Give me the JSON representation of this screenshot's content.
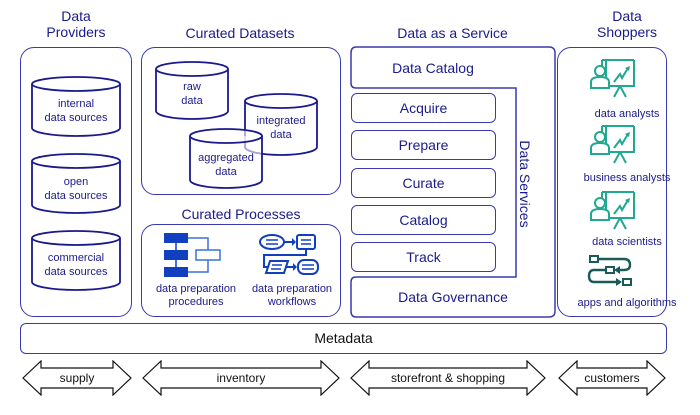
{
  "columns": {
    "providers": {
      "title_line1": "Data",
      "title_line2": "Providers",
      "sources": [
        {
          "line1": "internal",
          "line2": "data sources"
        },
        {
          "line1": "open",
          "line2": "data sources"
        },
        {
          "line1": "commercial",
          "line2": "data sources"
        }
      ]
    },
    "curated_datasets": {
      "title": "Curated Datasets",
      "datasets": [
        {
          "line1": "raw",
          "line2": "data"
        },
        {
          "line1": "integrated",
          "line2": "data"
        },
        {
          "line1": "aggregated",
          "line2": "data"
        }
      ]
    },
    "curated_processes": {
      "title": "Curated Processes",
      "items": [
        {
          "line1": "data preparation",
          "line2": "procedures",
          "icon": "procedures-flowchart-icon"
        },
        {
          "line1": "data preparation",
          "line2": "workflows",
          "icon": "workflow-icon"
        }
      ]
    },
    "daas": {
      "title": "Data as a Service",
      "catalog": "Data Catalog",
      "services": [
        "Acquire",
        "Prepare",
        "Curate",
        "Catalog",
        "Track"
      ],
      "services_label": "Data Services",
      "governance": "Data Governance"
    },
    "shoppers": {
      "title_line1": "Data",
      "title_line2": "Shoppers",
      "items": [
        {
          "label": "data analysts",
          "icon": "presenter-chart-icon"
        },
        {
          "label": "business analysts",
          "icon": "presenter-chart-icon"
        },
        {
          "label": "data scientists",
          "icon": "presenter-chart-icon"
        },
        {
          "label": "apps and algorithms",
          "icon": "algorithm-flow-icon"
        }
      ]
    }
  },
  "metadata_bar": "Metadata",
  "arrows": [
    "supply",
    "inventory",
    "storefront & shopping",
    "customers"
  ],
  "colors": {
    "primary_blue": "#1a1a8c",
    "border_blue": "#3a3ab0",
    "icon_blue": "#1040c0",
    "icon_teal": "#20a890",
    "icon_dark_teal": "#1a5a58"
  }
}
